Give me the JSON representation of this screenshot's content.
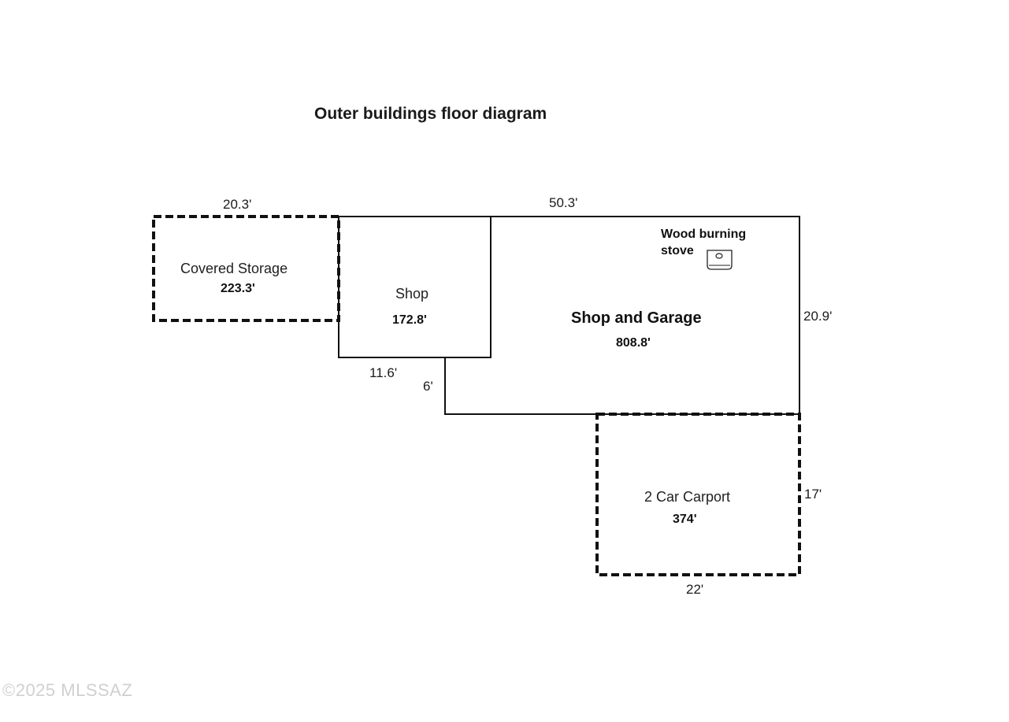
{
  "title": "Outer buildings floor diagram",
  "rooms": {
    "covered_storage": {
      "label": "Covered Storage",
      "area": "223.3'"
    },
    "shop": {
      "label": "Shop",
      "area": "172.8'"
    },
    "shop_and_garage": {
      "label": "Shop and Garage",
      "area": "808.8'"
    },
    "carport": {
      "label": "2 Car Carport",
      "area": "374'"
    }
  },
  "stove": {
    "line1": "Wood burning",
    "line2": "stove"
  },
  "dimensions": {
    "covered_storage_width": "20.3'",
    "main_width": "50.3'",
    "main_height": "20.9'",
    "shop_step_width": "11.6'",
    "shop_step_height": "6'",
    "carport_height": "17'",
    "carport_width": "22'"
  },
  "watermark": "©2025 MLSSAZ",
  "colors": {
    "line": "#111111",
    "background": "#ffffff"
  }
}
